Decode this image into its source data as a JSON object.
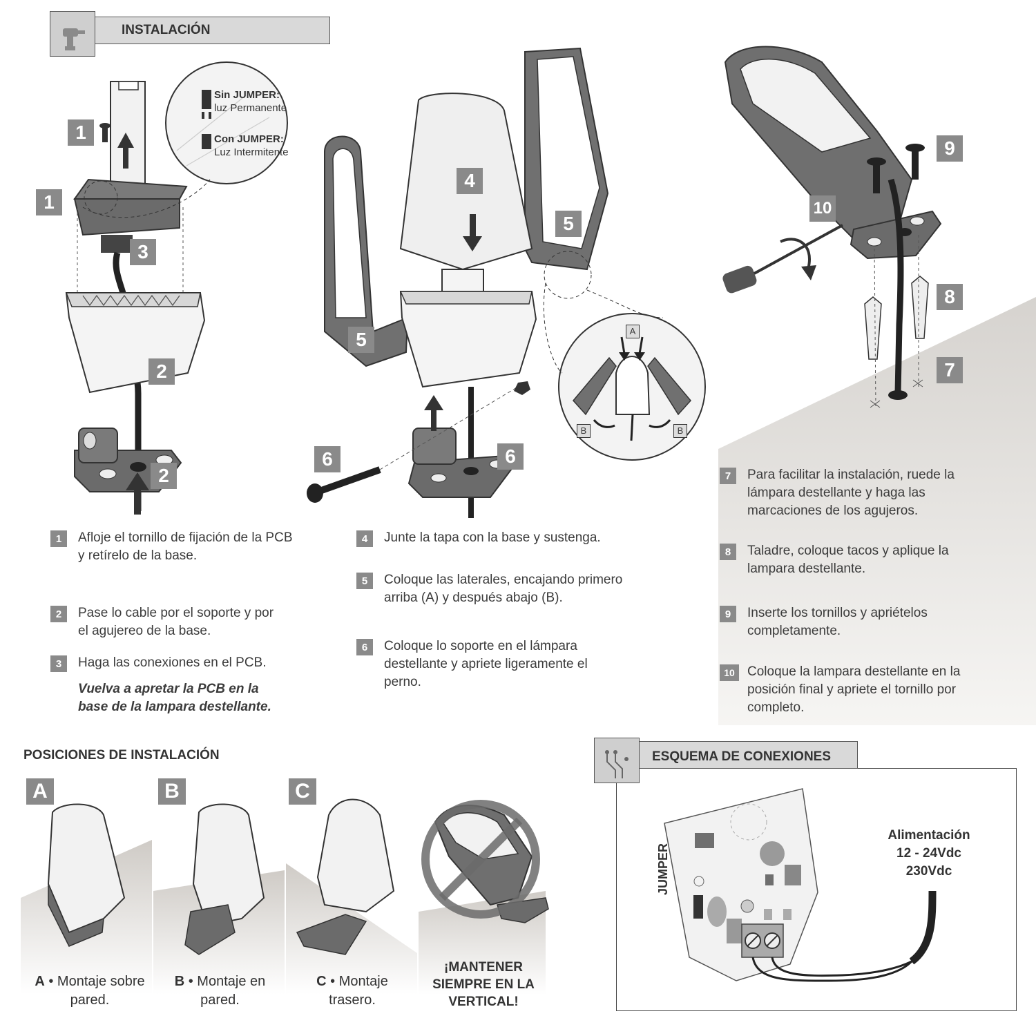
{
  "sections": {
    "installation_title": "INSTALACIÓN",
    "positions_title": "POSICIONES DE INSTALACIÓN",
    "wiring_title": "ESQUEMA DE CONEXIONES"
  },
  "jumper_note": {
    "without_label": "Sin JUMPER:",
    "without_desc": "luz Permanente",
    "with_label": "Con JUMPER:",
    "with_desc": "Luz Intermitente"
  },
  "callouts": {
    "n1": "1",
    "n2": "2",
    "n3": "3",
    "n4": "4",
    "n5": "5",
    "n6": "6",
    "n7": "7",
    "n8": "8",
    "n9": "9",
    "n10": "10",
    "a": "A",
    "b": "B"
  },
  "steps": [
    {
      "num": "1",
      "text": "Afloje el tornillo de fijación de la PCB y retírelo de la base."
    },
    {
      "num": "2",
      "text": "Pase lo cable por el soporte y por el agujereo de la base."
    },
    {
      "num": "3",
      "text": "Haga las conexiones en el PCB."
    },
    {
      "num": "4",
      "text": "Junte la tapa con la base y sustenga."
    },
    {
      "num": "5",
      "text": "Coloque las laterales, encajando primero arriba (A) y después abajo (B)."
    },
    {
      "num": "6",
      "text": "Coloque lo soporte en el lámpara destellante y apriete ligeramente el perno."
    },
    {
      "num": "7",
      "text": "Para facilitar la instalación, ruede la lámpara destellante y haga las marcaciones de los agujeros."
    },
    {
      "num": "8",
      "text": "Taladre, coloque tacos y aplique la lampara destellante."
    },
    {
      "num": "9",
      "text": "Inserte los tornillos y apriételos completamente."
    },
    {
      "num": "10",
      "text": "Coloque la lampara destellante en la posición final y apriete el tornillo por completo."
    }
  ],
  "step3_note": "Vuelva a apretar la PCB en la base de la lampara destellante.",
  "positions": [
    {
      "letter": "A",
      "bold": "A",
      "text": " • Montaje sobre pared."
    },
    {
      "letter": "B",
      "bold": "B",
      "text": " • Montaje en pared."
    },
    {
      "letter": "C",
      "bold": "C",
      "text": " • Montaje trasero."
    }
  ],
  "warning": "¡MANTENER SIEMPRE EN LA VERTICAL!",
  "wiring": {
    "jumper_label": "JUMPER",
    "power_title": "Alimentación",
    "power_line1": "12 - 24Vdc",
    "power_line2": "230Vdc"
  },
  "colors": {
    "badge": "#8a8a8a",
    "header_fill": "#d9d9d9",
    "dark_part": "#6b6b6b",
    "light_part": "#efefef"
  }
}
